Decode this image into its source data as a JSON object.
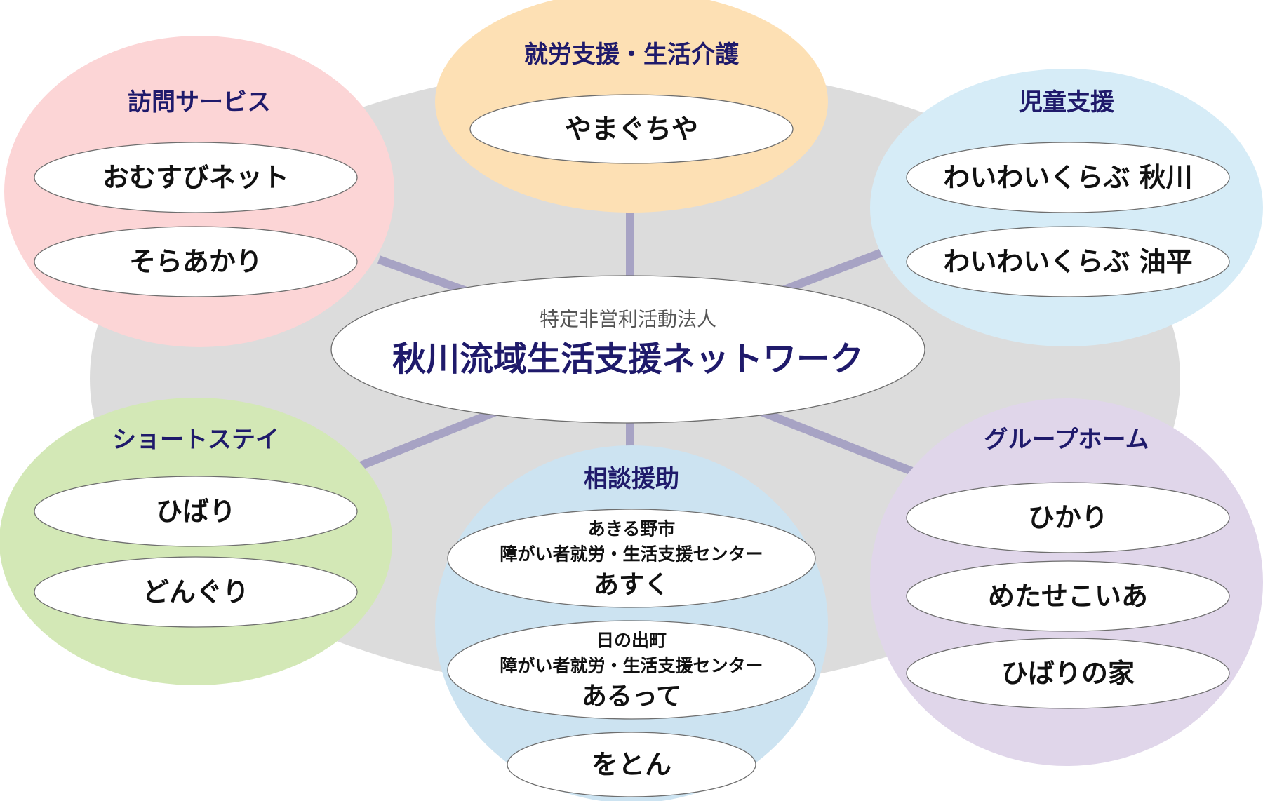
{
  "organization": {
    "subtitle": "特定非営利活動法人",
    "title": "秋川流域生活支援ネットワーク"
  },
  "colors": {
    "background_ring": "#dcdcdc",
    "connector": "#a7a3c4",
    "title_text": "#1f1a6b",
    "item_text": "#111111"
  },
  "groups": [
    {
      "id": "visit",
      "title": "訪問サービス",
      "color": "#fcd5d6",
      "items": [
        {
          "lines": [
            "おむすびネット"
          ]
        },
        {
          "lines": [
            "そらあかり"
          ]
        }
      ]
    },
    {
      "id": "work",
      "title": "就労支援・生活介護",
      "color": "#fde0b4",
      "items": [
        {
          "lines": [
            "やまぐちや"
          ]
        }
      ]
    },
    {
      "id": "child",
      "title": "児童支援",
      "color": "#d6ecf7",
      "items": [
        {
          "lines": [
            "わいわいくらぶ 秋川"
          ]
        },
        {
          "lines": [
            "わいわいくらぶ 油平"
          ]
        }
      ]
    },
    {
      "id": "shortstay",
      "title": "ショートステイ",
      "color": "#d3e8b6",
      "items": [
        {
          "lines": [
            "ひばり"
          ]
        },
        {
          "lines": [
            "どんぐり"
          ]
        }
      ]
    },
    {
      "id": "consult",
      "title": "相談援助",
      "color": "#cce3f1",
      "items": [
        {
          "lines": [
            "あきる野市",
            "障がい者就労・生活支援センター",
            "あすく"
          ]
        },
        {
          "lines": [
            "日の出町",
            "障がい者就労・生活支援センター",
            "あるって"
          ]
        },
        {
          "lines": [
            "をとん"
          ]
        }
      ]
    },
    {
      "id": "grouphome",
      "title": "グループホーム",
      "color": "#e0d6ea",
      "items": [
        {
          "lines": [
            "ひかり"
          ]
        },
        {
          "lines": [
            "めたせこいあ"
          ]
        },
        {
          "lines": [
            "ひばりの家"
          ]
        }
      ]
    }
  ]
}
